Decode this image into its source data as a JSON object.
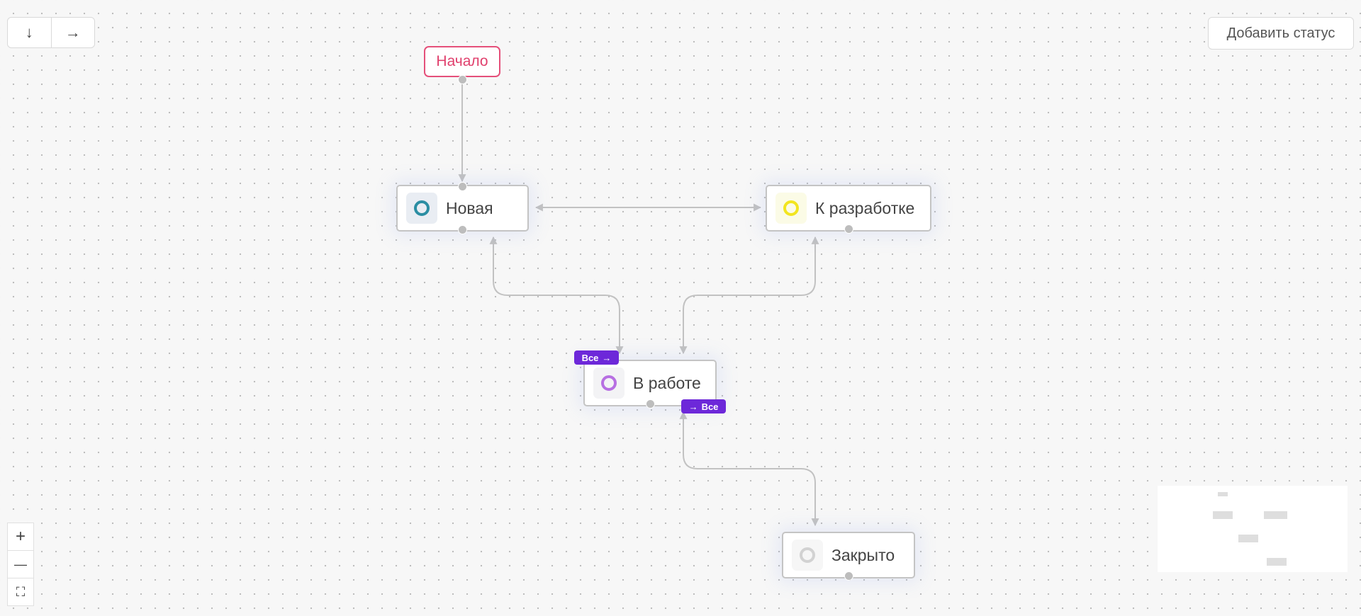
{
  "toolbar": {
    "direction_buttons": [
      {
        "icon": "arrow-down-icon",
        "glyph": "↓"
      },
      {
        "icon": "arrow-right-icon",
        "glyph": "→"
      }
    ],
    "add_status_label": "Добавить статус"
  },
  "workflow": {
    "start_label": "Начало",
    "statuses": {
      "new": {
        "label": "Новая",
        "color": "#2b8ea3",
        "icon_bg": "#e9edf3",
        "icon": "status-ring-icon"
      },
      "to_dev": {
        "label": "К разработке",
        "color": "#f2e51f",
        "icon_bg": "#fbfbe6",
        "icon": "status-ring-icon"
      },
      "in_progress": {
        "label": "В работе",
        "color": "#b76fe2",
        "icon_bg": "#f3f3f5",
        "icon": "status-ring-icon"
      },
      "closed": {
        "label": "Закрыто",
        "color": "#d2d2d2",
        "icon_bg": "#f6f6f6",
        "icon": "status-ring-icon"
      }
    },
    "badges": {
      "all_from": {
        "text": "Все",
        "arrow": "→"
      },
      "all_to": {
        "text": "Все",
        "arrow": "→"
      }
    }
  },
  "zoom_controls": {
    "zoom_in": "+",
    "zoom_out": "—",
    "fit": "⛶"
  },
  "colors": {
    "accent": "#6d28d9",
    "start": "#e5507a",
    "edge": "#c2c2c2"
  }
}
